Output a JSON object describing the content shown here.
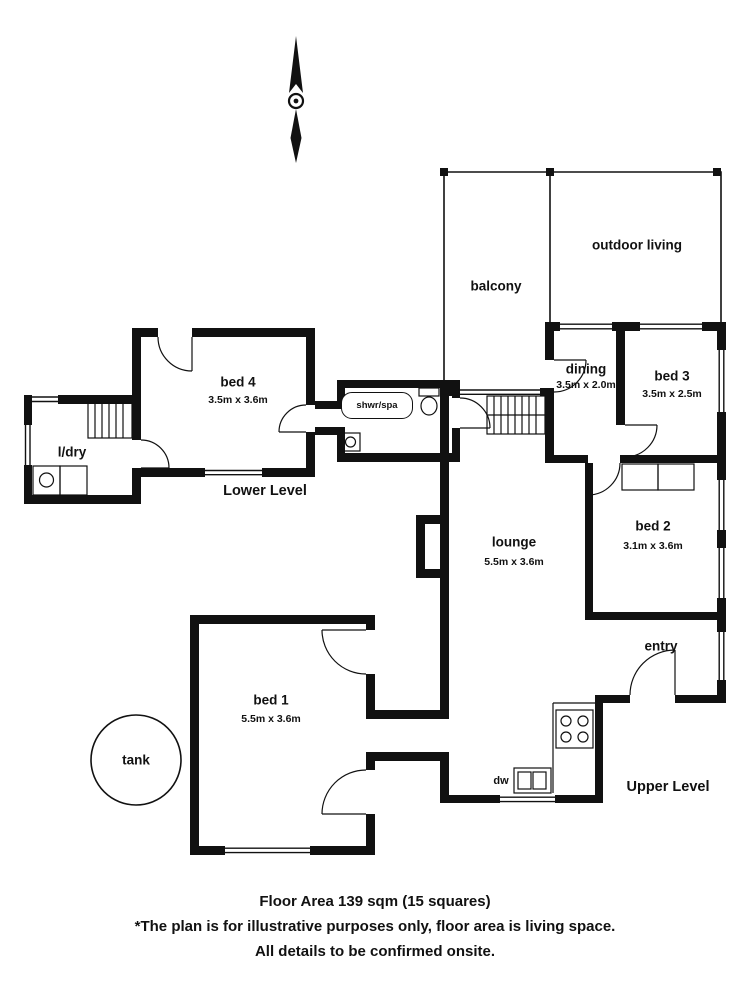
{
  "colors": {
    "wall": "#111111",
    "background": "#ffffff"
  },
  "rooms": {
    "balcony": {
      "name": "balcony"
    },
    "outdoor_living": {
      "name": "outdoor living"
    },
    "dining": {
      "name": "dining",
      "dims": "3.5m x 2.0m"
    },
    "bed3": {
      "name": "bed 3",
      "dims": "3.5m x 2.5m"
    },
    "bed4": {
      "name": "bed 4",
      "dims": "3.5m x 3.6m"
    },
    "laundry": {
      "name": "l/dry"
    },
    "shower_spa": {
      "name": "shwr/spa"
    },
    "lounge": {
      "name": "lounge",
      "dims": "5.5m x 3.6m"
    },
    "bed2": {
      "name": "bed 2",
      "dims": "3.1m x 3.6m"
    },
    "entry": {
      "name": "entry"
    },
    "bed1": {
      "name": "bed 1",
      "dims": "5.5m x 3.6m"
    },
    "kitchen": {
      "dishwasher_label": "dw"
    },
    "tank": {
      "name": "tank"
    }
  },
  "levels": {
    "lower": "Lower Level",
    "upper": "Upper Level"
  },
  "footer": {
    "area": "Floor Area 139 sqm (15 squares)",
    "disclaimer1": "*The plan is for illustrative purposes only, floor area is living space.",
    "disclaimer2": "All details to be confirmed onsite."
  }
}
